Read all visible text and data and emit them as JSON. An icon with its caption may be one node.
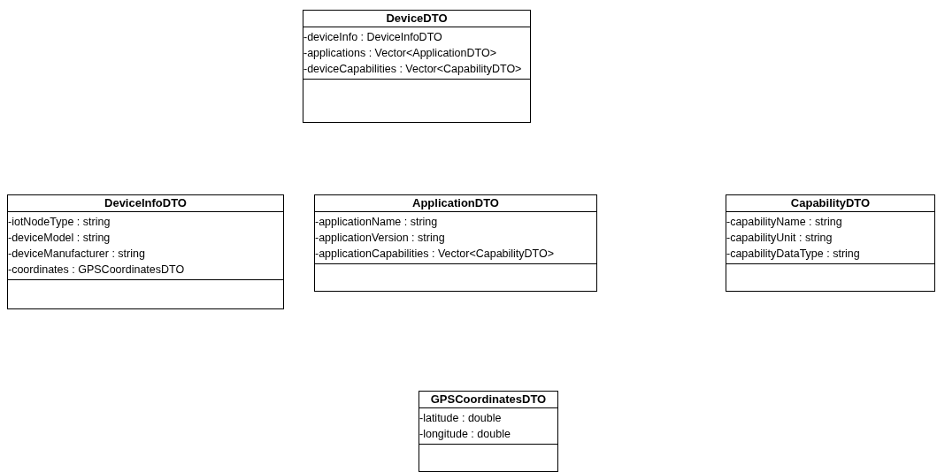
{
  "diagram": {
    "nodes": [
      {
        "text": [
          "DeviceDTO",
          "-deviceInfo : DeviceInfoDTO",
          "-applications : Vector<ApplicationDTO>",
          "-deviceCapabilities : Vector<CapabilityDTO>"
        ]
      },
      {
        "text": [
          "DeviceInfoDTO",
          "-iotNodeType : string",
          "-deviceModel : string",
          "-deviceManufacturer : string",
          "-coordinates : GPSCoordinatesDTO"
        ]
      },
      {
        "text": [
          "ApplicationDTO",
          "-applicationName : string",
          "-applicationVersion : string",
          "-applicationCapabilities : Vector<CapabilityDTO>"
        ]
      },
      {
        "text": [
          "CapabilityDTO",
          "-capabilityName : string",
          "-capabilityUnit : string",
          "-capabilityDataType : string"
        ]
      },
      {
        "text": [
          "GPSCoordinatesDTO",
          "-latitude : double",
          "-longitude : double"
        ]
      }
    ]
  }
}
